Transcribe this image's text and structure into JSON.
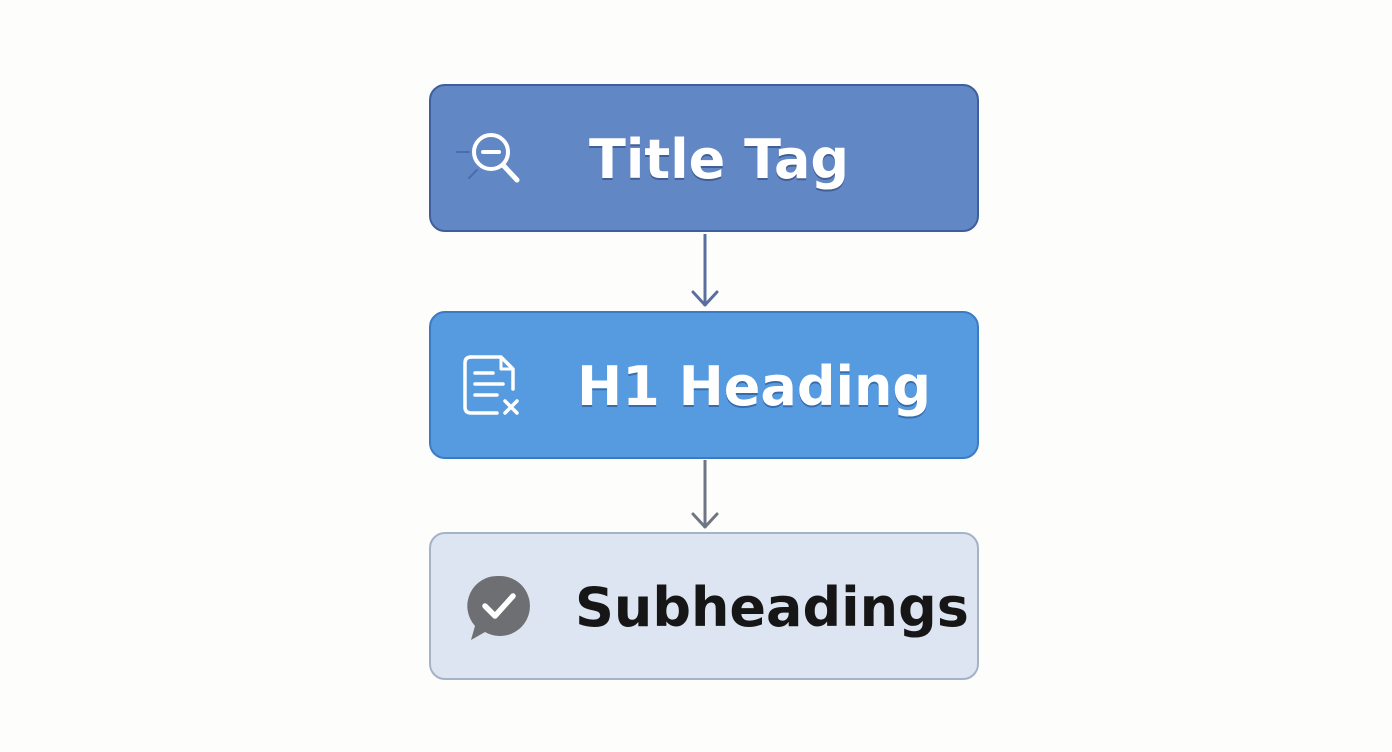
{
  "flow": {
    "nodes": [
      {
        "id": "title-tag",
        "label": "Title Tag",
        "icon": "magnifier-icon",
        "fill": "#6287c5",
        "border": "#3e5f9c",
        "text_color": "#ffffff"
      },
      {
        "id": "h1-heading",
        "label": "H1 Heading",
        "icon": "document-x-icon",
        "fill": "#569be0",
        "border": "#3b7bc4",
        "text_color": "#ffffff"
      },
      {
        "id": "subheadings",
        "label": "Subheadings",
        "icon": "chat-check-icon",
        "fill": "#dce5f1",
        "border": "#a4b3c6",
        "text_color": "#161616"
      }
    ],
    "edges": [
      {
        "from": "title-tag",
        "to": "h1-heading",
        "color": "#5a6e9f"
      },
      {
        "from": "h1-heading",
        "to": "subheadings",
        "color": "#6f7683"
      }
    ]
  }
}
